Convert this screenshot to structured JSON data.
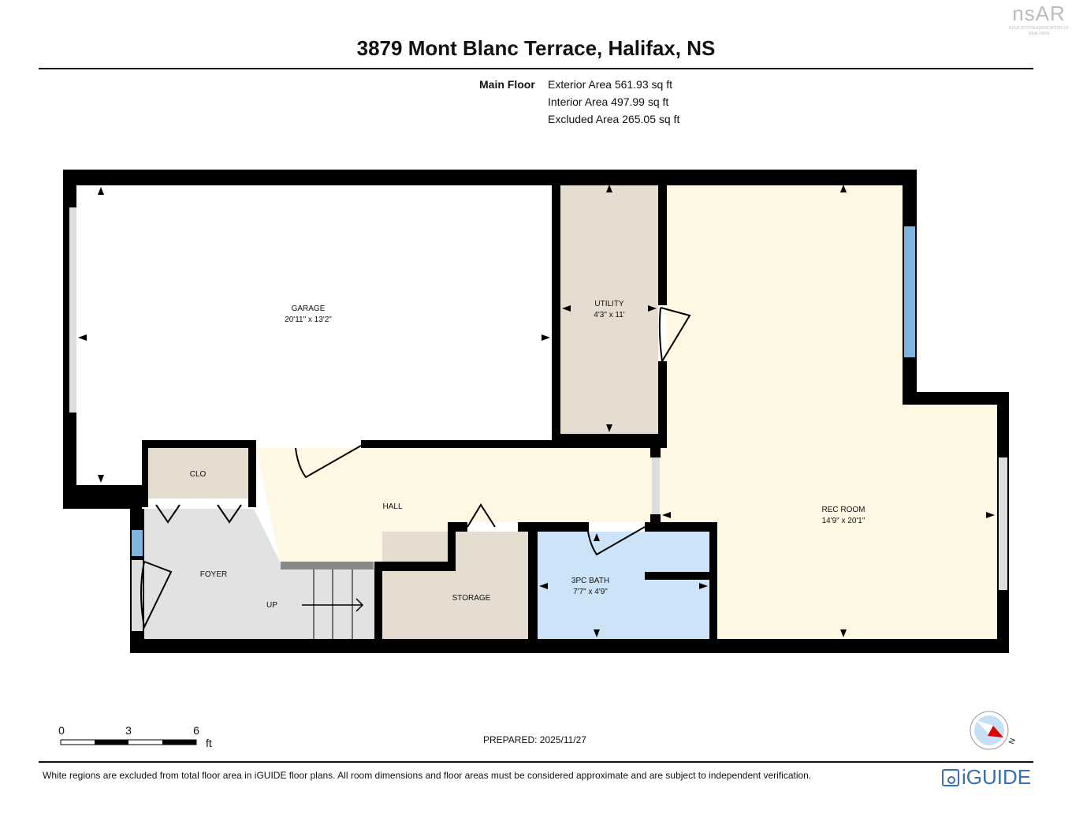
{
  "header": {
    "title": "3879 Mont Blanc Terrace, Halifax, NS",
    "logo_text": "nsAR",
    "logo_subtext": "NOVA SCOTIA ASSOCIATION OF REALTORS"
  },
  "areas": {
    "floor_label": "Main Floor",
    "exterior": "Exterior Area 561.93 sq ft",
    "interior": "Interior Area 497.99 sq ft",
    "excluded": "Excluded Area 265.05 sq ft"
  },
  "rooms": {
    "garage": {
      "name": "GARAGE",
      "dims": "20'11\" x 13'2\""
    },
    "utility": {
      "name": "UTILITY",
      "dims": "4'3\" x 11'"
    },
    "rec_room": {
      "name": "REC ROOM",
      "dims": "14'9\" x 20'1\""
    },
    "clo": {
      "name": "CLO"
    },
    "hall": {
      "name": "HALL"
    },
    "foyer": {
      "name": "FOYER"
    },
    "stairs": {
      "label": "UP"
    },
    "storage": {
      "name": "STORAGE"
    },
    "bath": {
      "name": "3PC BATH",
      "dims": "7'7\" x 4'9\""
    }
  },
  "colors": {
    "wall": "#000000",
    "garage": "#ffffff",
    "utility": "#e6ddd0",
    "rec_room": "#fdf7e3",
    "foyer": "#e2e2e2",
    "bath": "#cde4f8",
    "window": "#7fb3e0",
    "compass_needle": "#dd0000"
  },
  "scale": {
    "ticks": [
      "0",
      "3",
      "6"
    ],
    "unit": "ft"
  },
  "compass": {
    "label": "N"
  },
  "footer": {
    "prepared": "PREPARED: 2025/11/27",
    "disclaimer": "White regions are excluded from total floor area in iGUIDE floor plans. All room dimensions and floor areas must be considered approximate and are subject to independent verification.",
    "brand": "iGUIDE"
  }
}
